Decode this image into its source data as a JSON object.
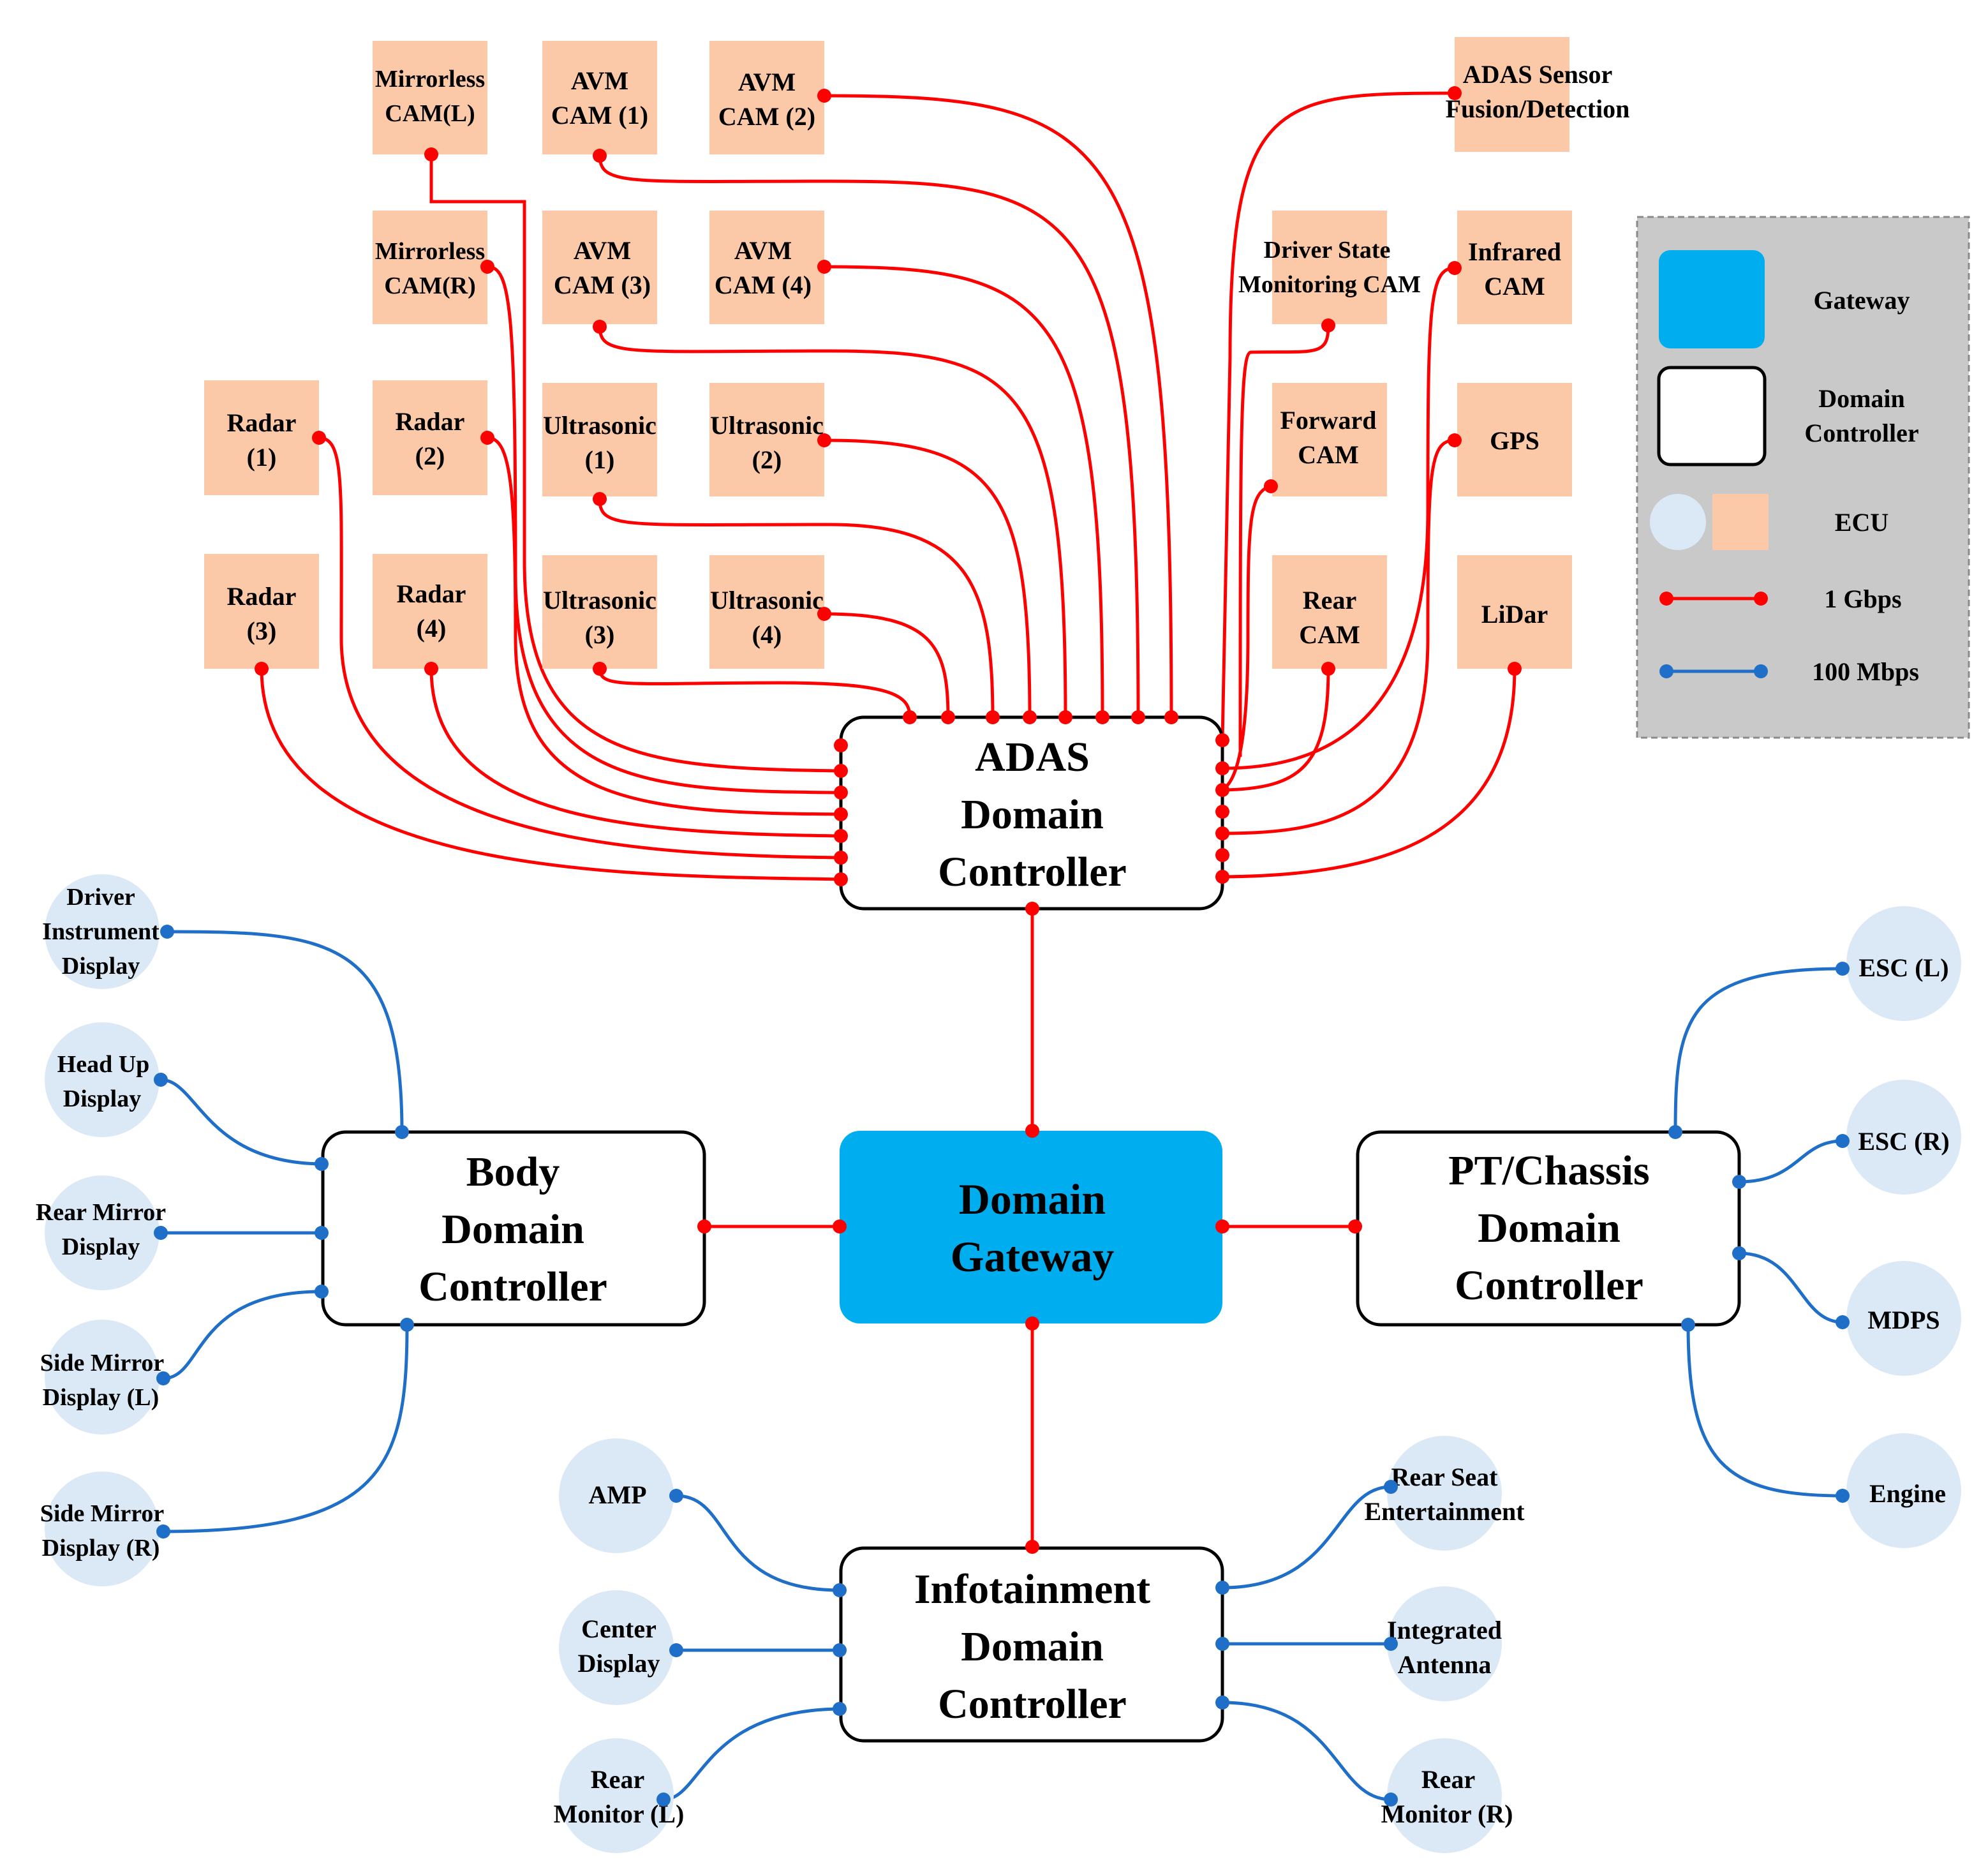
{
  "colors": {
    "ecu_square": "#fbc9a7",
    "ecu_circle": "#dbe9f6",
    "gateway": "#00aeef",
    "link_1gbps": "#ff0000",
    "link_100mbps": "#1f6fc8",
    "legend_bg": "#c9c9c9"
  },
  "controllers": {
    "adas": [
      "ADAS",
      "Domain",
      "Controller"
    ],
    "body": [
      "Body",
      "Domain",
      "Controller"
    ],
    "gateway": [
      "Domain",
      "Gateway"
    ],
    "pt": [
      "PT/Chassis",
      "Domain",
      "Controller"
    ],
    "info": [
      "Infotainment",
      "Domain",
      "Controller"
    ]
  },
  "adas_ecus": {
    "mirrorless_l": [
      "Mirrorless",
      "CAM(L)"
    ],
    "avm1": [
      "AVM",
      "CAM (1)"
    ],
    "avm2": [
      "AVM",
      "CAM (2)"
    ],
    "adas_sensor": [
      "ADAS Sensor",
      "Fusion/Detection"
    ],
    "mirrorless_r": [
      "Mirrorless",
      "CAM(R)"
    ],
    "avm3": [
      "AVM",
      "CAM (3)"
    ],
    "avm4": [
      "AVM",
      "CAM (4)"
    ],
    "driver_state": [
      "Driver State",
      "Monitoring CAM"
    ],
    "infrared": [
      "Infrared",
      "CAM"
    ],
    "radar1": [
      "Radar",
      "(1)"
    ],
    "radar2": [
      "Radar",
      "(2)"
    ],
    "ultra1": [
      "Ultrasonic",
      "(1)"
    ],
    "ultra2": [
      "Ultrasonic",
      "(2)"
    ],
    "forward": [
      "Forward",
      "CAM"
    ],
    "gps": [
      "GPS"
    ],
    "radar3": [
      "Radar",
      "(3)"
    ],
    "radar4": [
      "Radar",
      "(4)"
    ],
    "ultra3": [
      "Ultrasonic",
      "(3)"
    ],
    "ultra4": [
      "Ultrasonic",
      "(4)"
    ],
    "rear_cam": [
      "Rear",
      "CAM"
    ],
    "lidar": [
      "LiDar"
    ]
  },
  "body_ecus": {
    "driver_instr": [
      "Driver",
      "Instrument",
      "Display"
    ],
    "hud": [
      "Head Up",
      "Display"
    ],
    "rear_mirror": [
      "Rear Mirror",
      "Display"
    ],
    "side_l": [
      "Side Mirror",
      "Display (L)"
    ],
    "side_r": [
      "Side Mirror",
      "Display (R)"
    ]
  },
  "pt_ecus": {
    "esc_l": [
      "ESC (L)"
    ],
    "esc_r": [
      "ESC (R)"
    ],
    "mdps": [
      "MDPS"
    ],
    "engine": [
      "Engine"
    ]
  },
  "info_ecus": {
    "amp": [
      "AMP"
    ],
    "center": [
      "Center",
      "Display"
    ],
    "rear_mon_l": [
      "Rear",
      "Monitor (L)"
    ],
    "rse": [
      "Rear Seat",
      "Entertainment"
    ],
    "antenna": [
      "Integrated",
      "Antenna"
    ],
    "rear_mon_r": [
      "Rear",
      "Monitor (R)"
    ]
  },
  "legend": {
    "gateway": "Gateway",
    "domain_controller": [
      "Domain",
      "Controller"
    ],
    "ecu": "ECU",
    "gbps": "1 Gbps",
    "mbps": "100 Mbps"
  }
}
